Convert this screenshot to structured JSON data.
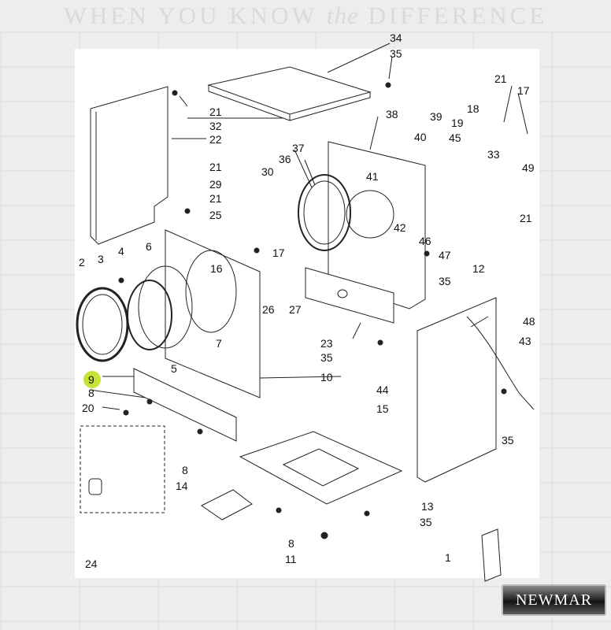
{
  "header": {
    "tagline_start": "WHEN YOU KNOW ",
    "tagline_mid": "the",
    "tagline_end": " DIFFERENCE"
  },
  "brand": {
    "logo_text": "NEWMAR"
  },
  "highlight": {
    "part": "9",
    "color": "#c6e437"
  },
  "callouts": [
    "34",
    "35",
    "21",
    "17",
    "18",
    "19",
    "21",
    "32",
    "22",
    "38",
    "39",
    "40",
    "45",
    "33",
    "49",
    "37",
    "36",
    "30",
    "41",
    "21",
    "29",
    "21",
    "25",
    "42",
    "17",
    "21",
    "2",
    "3",
    "4",
    "6",
    "16",
    "46",
    "47",
    "12",
    "35",
    "26",
    "27",
    "48",
    "7",
    "23",
    "35",
    "43",
    "5",
    "10",
    "9",
    "8",
    "20",
    "44",
    "15",
    "35",
    "8",
    "14",
    "13",
    "35",
    "8",
    "11",
    "24",
    "1"
  ]
}
